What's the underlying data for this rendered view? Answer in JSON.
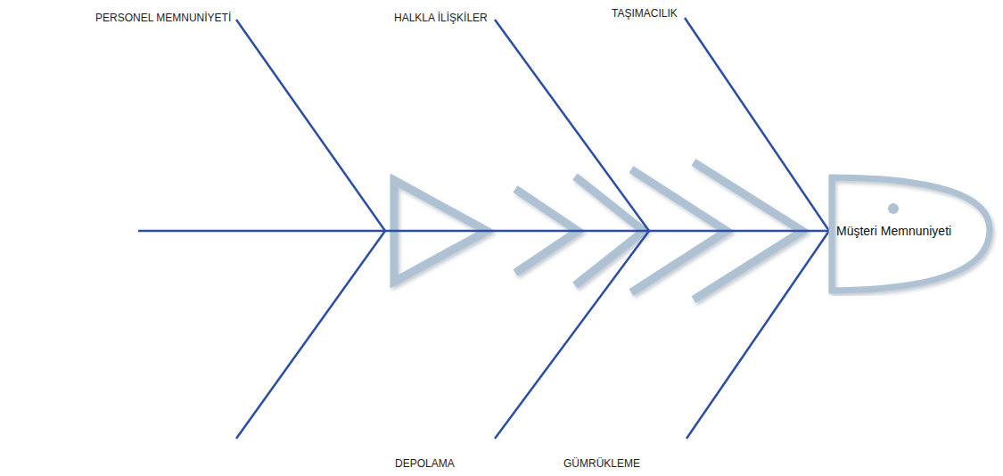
{
  "diagram": {
    "nodes": [
      {
        "text": [
          "Müşteri Memnuniyeti"
        ]
      }
    ],
    "labels": [
      "PERSONEL MEMNUNİYETİ",
      "HALKLA İLİŞKİLER",
      "TAŞIMACILIK",
      "DEPOLAMA",
      "GÜMRÜKLEME"
    ]
  }
}
